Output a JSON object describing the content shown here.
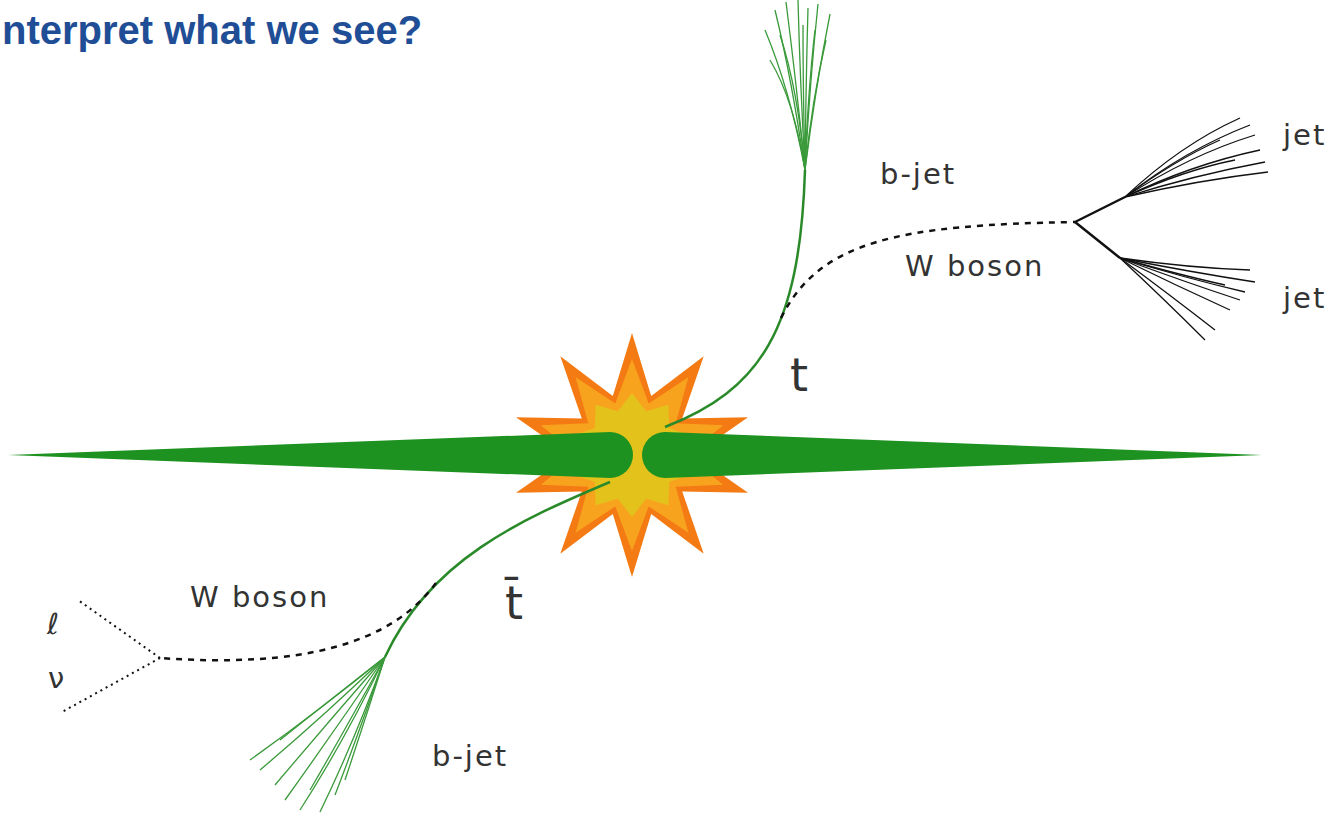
{
  "diagram": {
    "title": "nterpret what we see?",
    "labels": [
      "b-jet",
      "jet",
      "W boson",
      "jet",
      "t",
      "t̄",
      "ℓ",
      "W boson",
      "ν",
      "b-jet"
    ]
  }
}
